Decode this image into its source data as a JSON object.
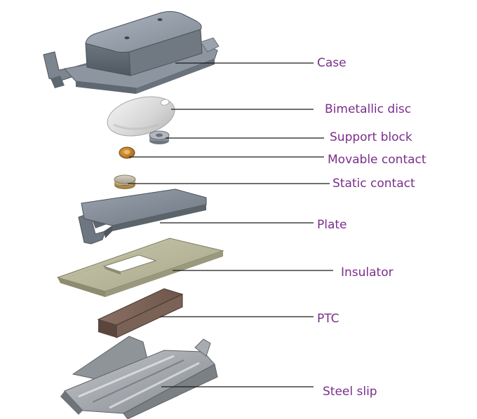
{
  "diagram": {
    "labels": {
      "case": "Case",
      "bimetallic_disc": "Bimetallic disc",
      "support_block": "Support block",
      "movable_contact": "Movable contact",
      "static_contact": "Static contact",
      "plate": "Plate",
      "insulator": "Insulator",
      "ptc": "PTC",
      "steel_slip": "Steel slip"
    },
    "colors": {
      "label_text": "#7a2e8c",
      "leader_line": "#1a1a1a"
    }
  }
}
